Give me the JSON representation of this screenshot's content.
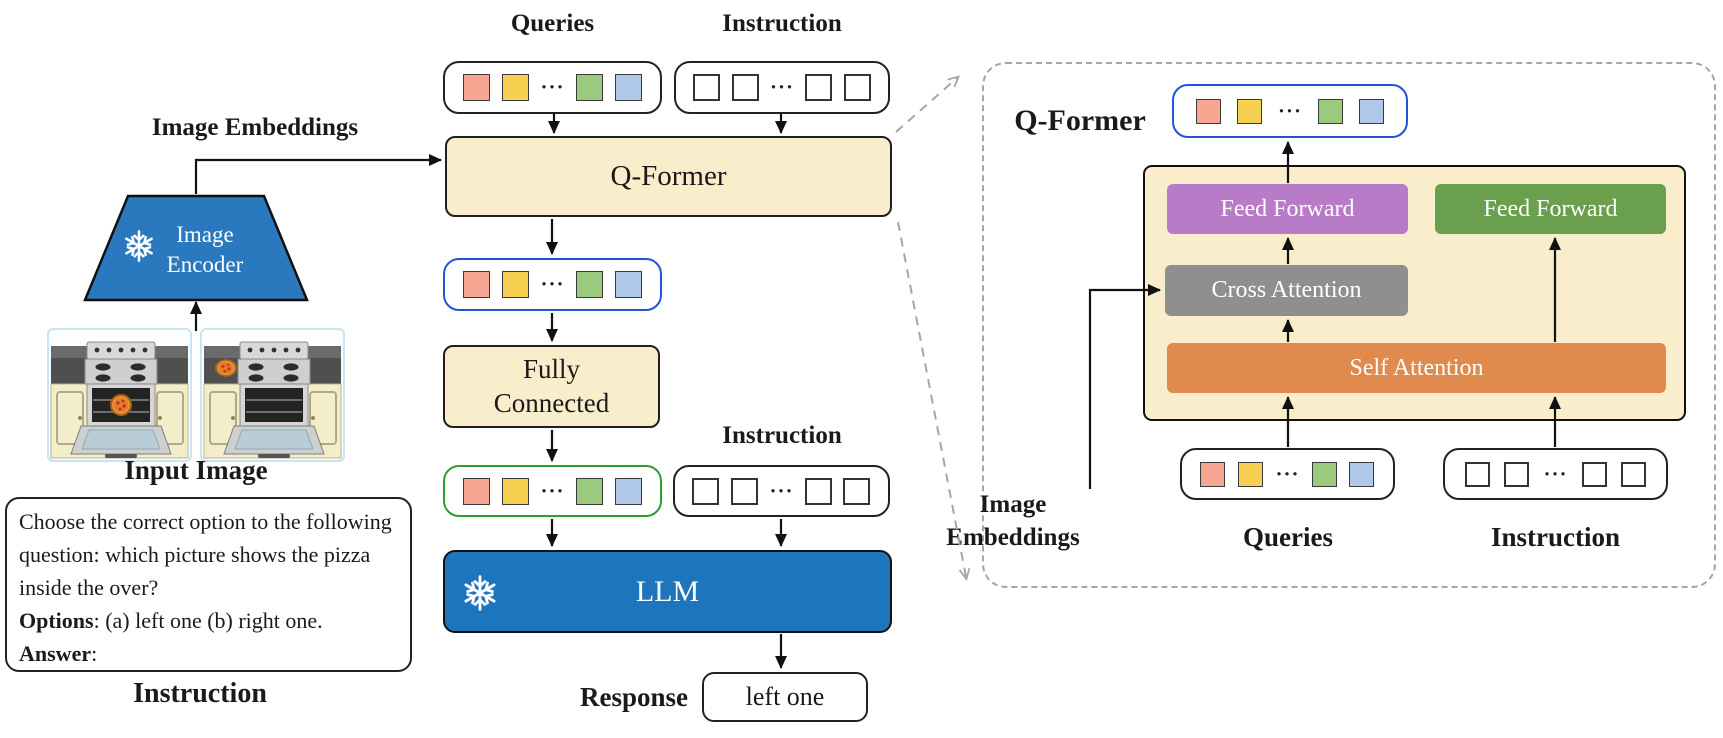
{
  "dots": "···",
  "token_colors": [
    "#f6a693",
    "#f7d052",
    "#9bc97e",
    "#afc7e9"
  ],
  "colors": {
    "frozen_blue": "#1d76bd",
    "encoder_blue": "#2a79be",
    "cream": "#faedcb",
    "purple_ff": "#b77bc8",
    "green_ff": "#6aa04d",
    "gray_attention": "#8f8f8f",
    "orange_attention": "#e08a4e",
    "row_border_blue": "#2453d6",
    "row_border_green": "#2d9e35",
    "dashed_gray": "#a6a6a6"
  },
  "left": {
    "image_embeddings_label": "Image Embeddings",
    "image_encoder_line1": "Image",
    "image_encoder_line2": "Encoder",
    "input_image_label": "Input Image",
    "instruction_body": "Choose the correct option to the following question: which picture shows the pizza inside the over?",
    "options_label": "Options",
    "options_text": ": (a) left one (b) right one.",
    "answer_label": "Answer",
    "answer_text": ":",
    "instruction_label": "Instruction"
  },
  "middle": {
    "queries_label": "Queries",
    "instruction_label_top": "Instruction",
    "qformer_label": "Q-Former",
    "fully_connected_label": "Fully Connected",
    "instruction_label_mid": "Instruction",
    "llm_label": "LLM",
    "response_label": "Response",
    "response_value": "left one"
  },
  "right": {
    "title": "Q-Former",
    "feed_forward_left": "Feed Forward",
    "feed_forward_right": "Feed Forward",
    "cross_attention_label": "Cross Attention",
    "self_attention_label": "Self Attention",
    "image_embeddings_line1": "Image",
    "image_embeddings_line2": "Embeddings",
    "queries_label": "Queries",
    "instruction_label": "Instruction"
  }
}
